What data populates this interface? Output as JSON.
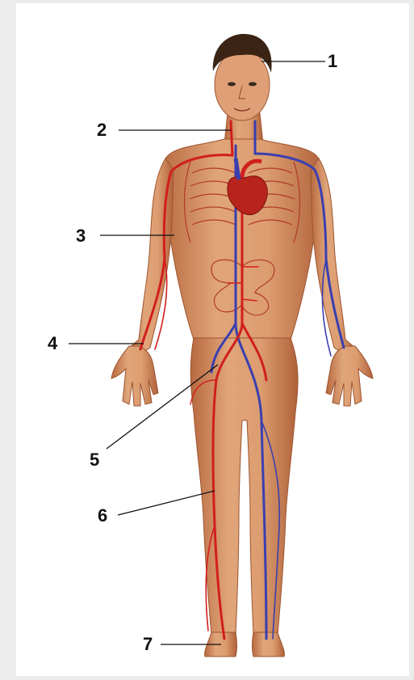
{
  "diagram": {
    "labels": [
      {
        "id": "1",
        "text": "1"
      },
      {
        "id": "2",
        "text": "2"
      },
      {
        "id": "3",
        "text": "3"
      },
      {
        "id": "4",
        "text": "4"
      },
      {
        "id": "5",
        "text": "5"
      },
      {
        "id": "6",
        "text": "6"
      },
      {
        "id": "7",
        "text": "7"
      }
    ],
    "colors": {
      "background": "#ececec",
      "panel": "#ffffff",
      "skin": "#d9966a",
      "skin_shadow": "#b86c44",
      "artery": "#d11e1e",
      "vein": "#3a3fb0",
      "hair": "#3b2414",
      "leader_line": "#111111"
    }
  }
}
